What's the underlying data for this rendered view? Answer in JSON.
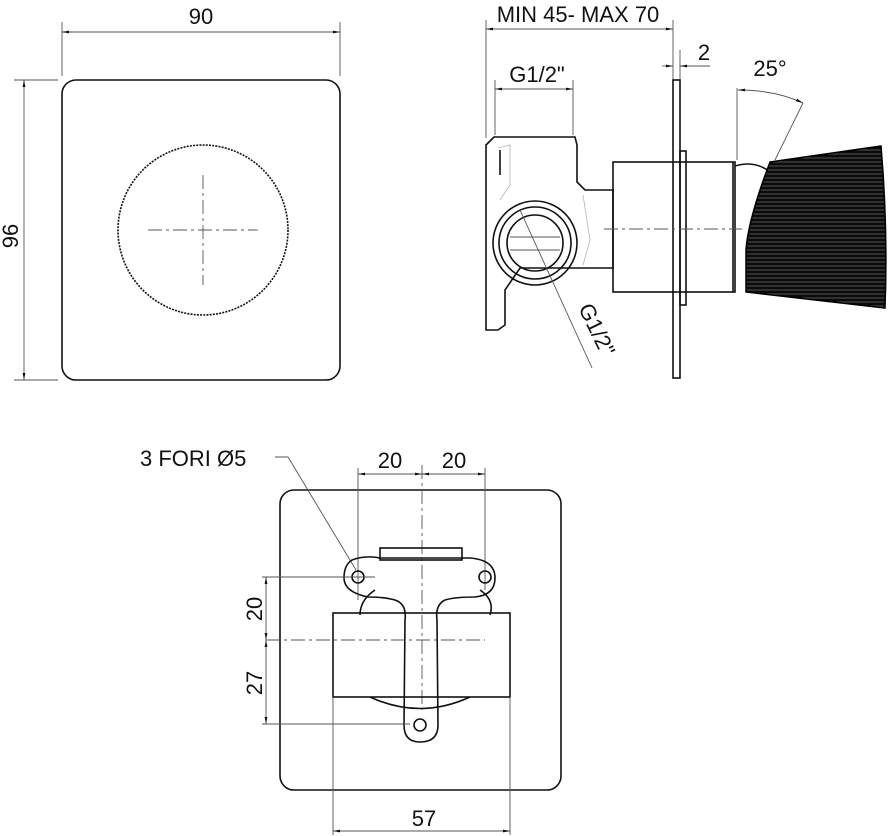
{
  "title": "Technical drawing - concealed mixer with square plate",
  "front_view": {
    "width_dim": "90",
    "height_dim": "96"
  },
  "side_view": {
    "depth_dim": "MIN 45- MAX 70",
    "plate_thickness_dim": "2",
    "angle_dim": "25°",
    "inlet_thread_top": "G1/2\"",
    "inlet_thread_side": "G1/2\""
  },
  "bottom_view": {
    "holes_note": "3 FORI Ø5",
    "hole_spacing_left": "20",
    "hole_spacing_right": "20",
    "vertical_dim_upper": "20",
    "vertical_dim_lower": "27",
    "body_width_dim": "57"
  },
  "colors": {
    "line": "#111111",
    "handle": "#0a0a0a"
  }
}
